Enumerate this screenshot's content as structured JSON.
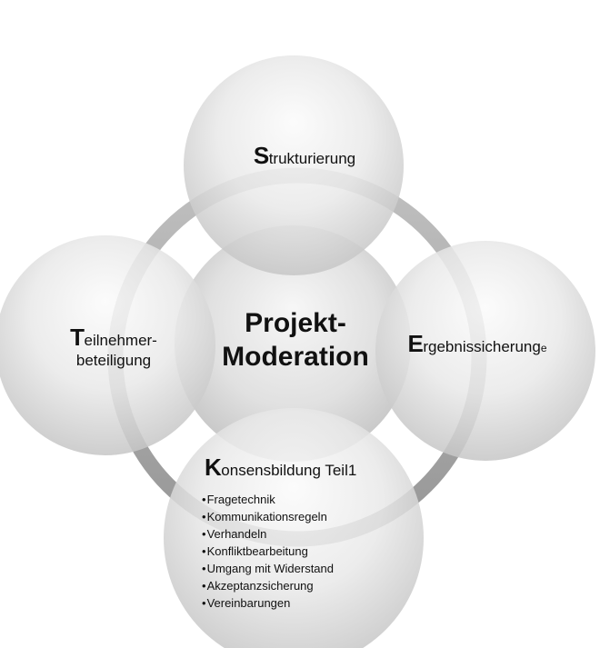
{
  "center": {
    "line1": "Projekt-",
    "line2": "Moderation"
  },
  "nodes": {
    "top": {
      "initial": "S",
      "rest": "trukturierung"
    },
    "left": {
      "initial": "T",
      "rest": "eilnehmer-",
      "line2": "beteiligung"
    },
    "right": {
      "initial": "E",
      "rest": "rgebnissicherung",
      "trailing": "e"
    },
    "bottom": {
      "initial": "K",
      "rest": "onsensbildung Teil1",
      "items": [
        "Fragetechnik",
        "Kommunikationsregeln",
        "Verhandeln",
        "Konfliktbearbeitung",
        "Umgang mit Widerstand",
        "Akzeptanzsicherung",
        "Vereinbarungen"
      ]
    }
  },
  "colors": {
    "ring": "#9a9a9a",
    "circle_light": "#fbfbfb",
    "circle_dark": "#c4c4c4",
    "text": "#111111"
  }
}
